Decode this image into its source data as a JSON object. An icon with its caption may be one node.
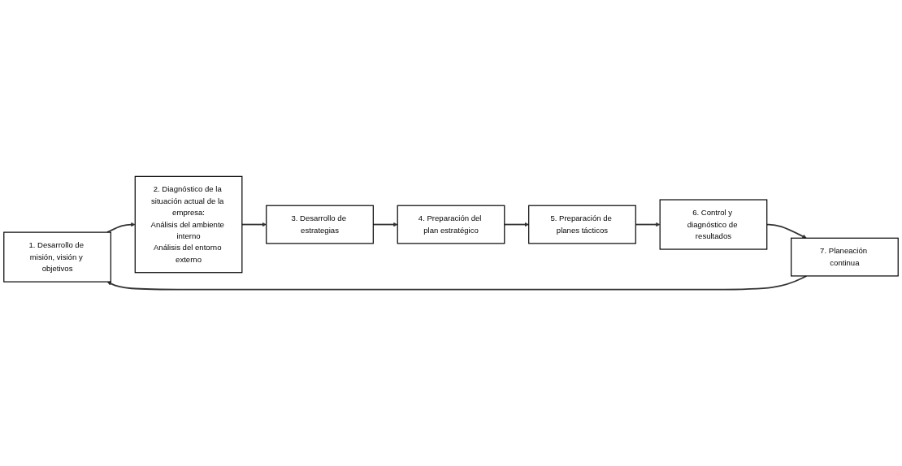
{
  "diagram": {
    "nodes": [
      {
        "text": [
          "1. Desarrollo de misión, visión y objetivos"
        ]
      },
      {
        "text": [
          "2. Diagnóstico de la situación actual de la empresa:",
          "Análisis del ambiente interno",
          "Análisis del entorno externo"
        ]
      },
      {
        "text": [
          "3. Desarrollo de estrategias"
        ]
      },
      {
        "text": [
          "4. Preparación del plan estratégico"
        ]
      },
      {
        "text": [
          "5. Preparación de planes tácticos"
        ]
      },
      {
        "text": [
          "6. Control y diagnóstico de resultados"
        ]
      },
      {
        "text": [
          "7. Planeación continua"
        ]
      }
    ],
    "edges": [
      {
        "from": 0,
        "to": 1,
        "arrow": "to"
      },
      {
        "from": 1,
        "to": 2,
        "arrow": "to"
      },
      {
        "from": 2,
        "to": 3,
        "arrow": "to"
      },
      {
        "from": 3,
        "to": 4,
        "arrow": "to"
      },
      {
        "from": 4,
        "to": 5,
        "arrow": "to"
      },
      {
        "from": 5,
        "to": 6,
        "arrow": "to"
      },
      {
        "from": 6,
        "to": 0,
        "arrow": "to"
      }
    ]
  }
}
